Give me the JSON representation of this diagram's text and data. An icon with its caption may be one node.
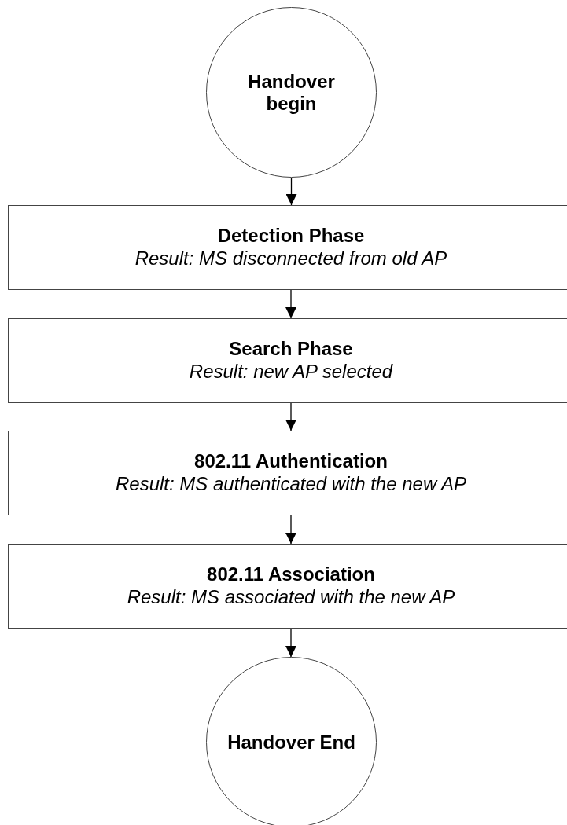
{
  "diagram": {
    "nodes": [
      {
        "text": [
          "Handover begin"
        ]
      },
      {
        "text": [
          "Detection Phase",
          "Result: MS disconnected from old AP"
        ]
      },
      {
        "text": [
          "Search Phase",
          "Result: new AP selected"
        ]
      },
      {
        "text": [
          "802.11 Authentication",
          "Result: MS authenticated with the new AP"
        ]
      },
      {
        "text": [
          "802.11 Association",
          "Result: MS associated with the new AP"
        ]
      },
      {
        "text": [
          "Handover End"
        ]
      }
    ],
    "edges": [
      {
        "from": 0,
        "to": 1,
        "arrow": "to"
      },
      {
        "from": 1,
        "to": 2,
        "arrow": "to"
      },
      {
        "from": 2,
        "to": 3,
        "arrow": "to"
      },
      {
        "from": 3,
        "to": 4,
        "arrow": "to"
      },
      {
        "from": 4,
        "to": 5,
        "arrow": "to"
      }
    ]
  }
}
